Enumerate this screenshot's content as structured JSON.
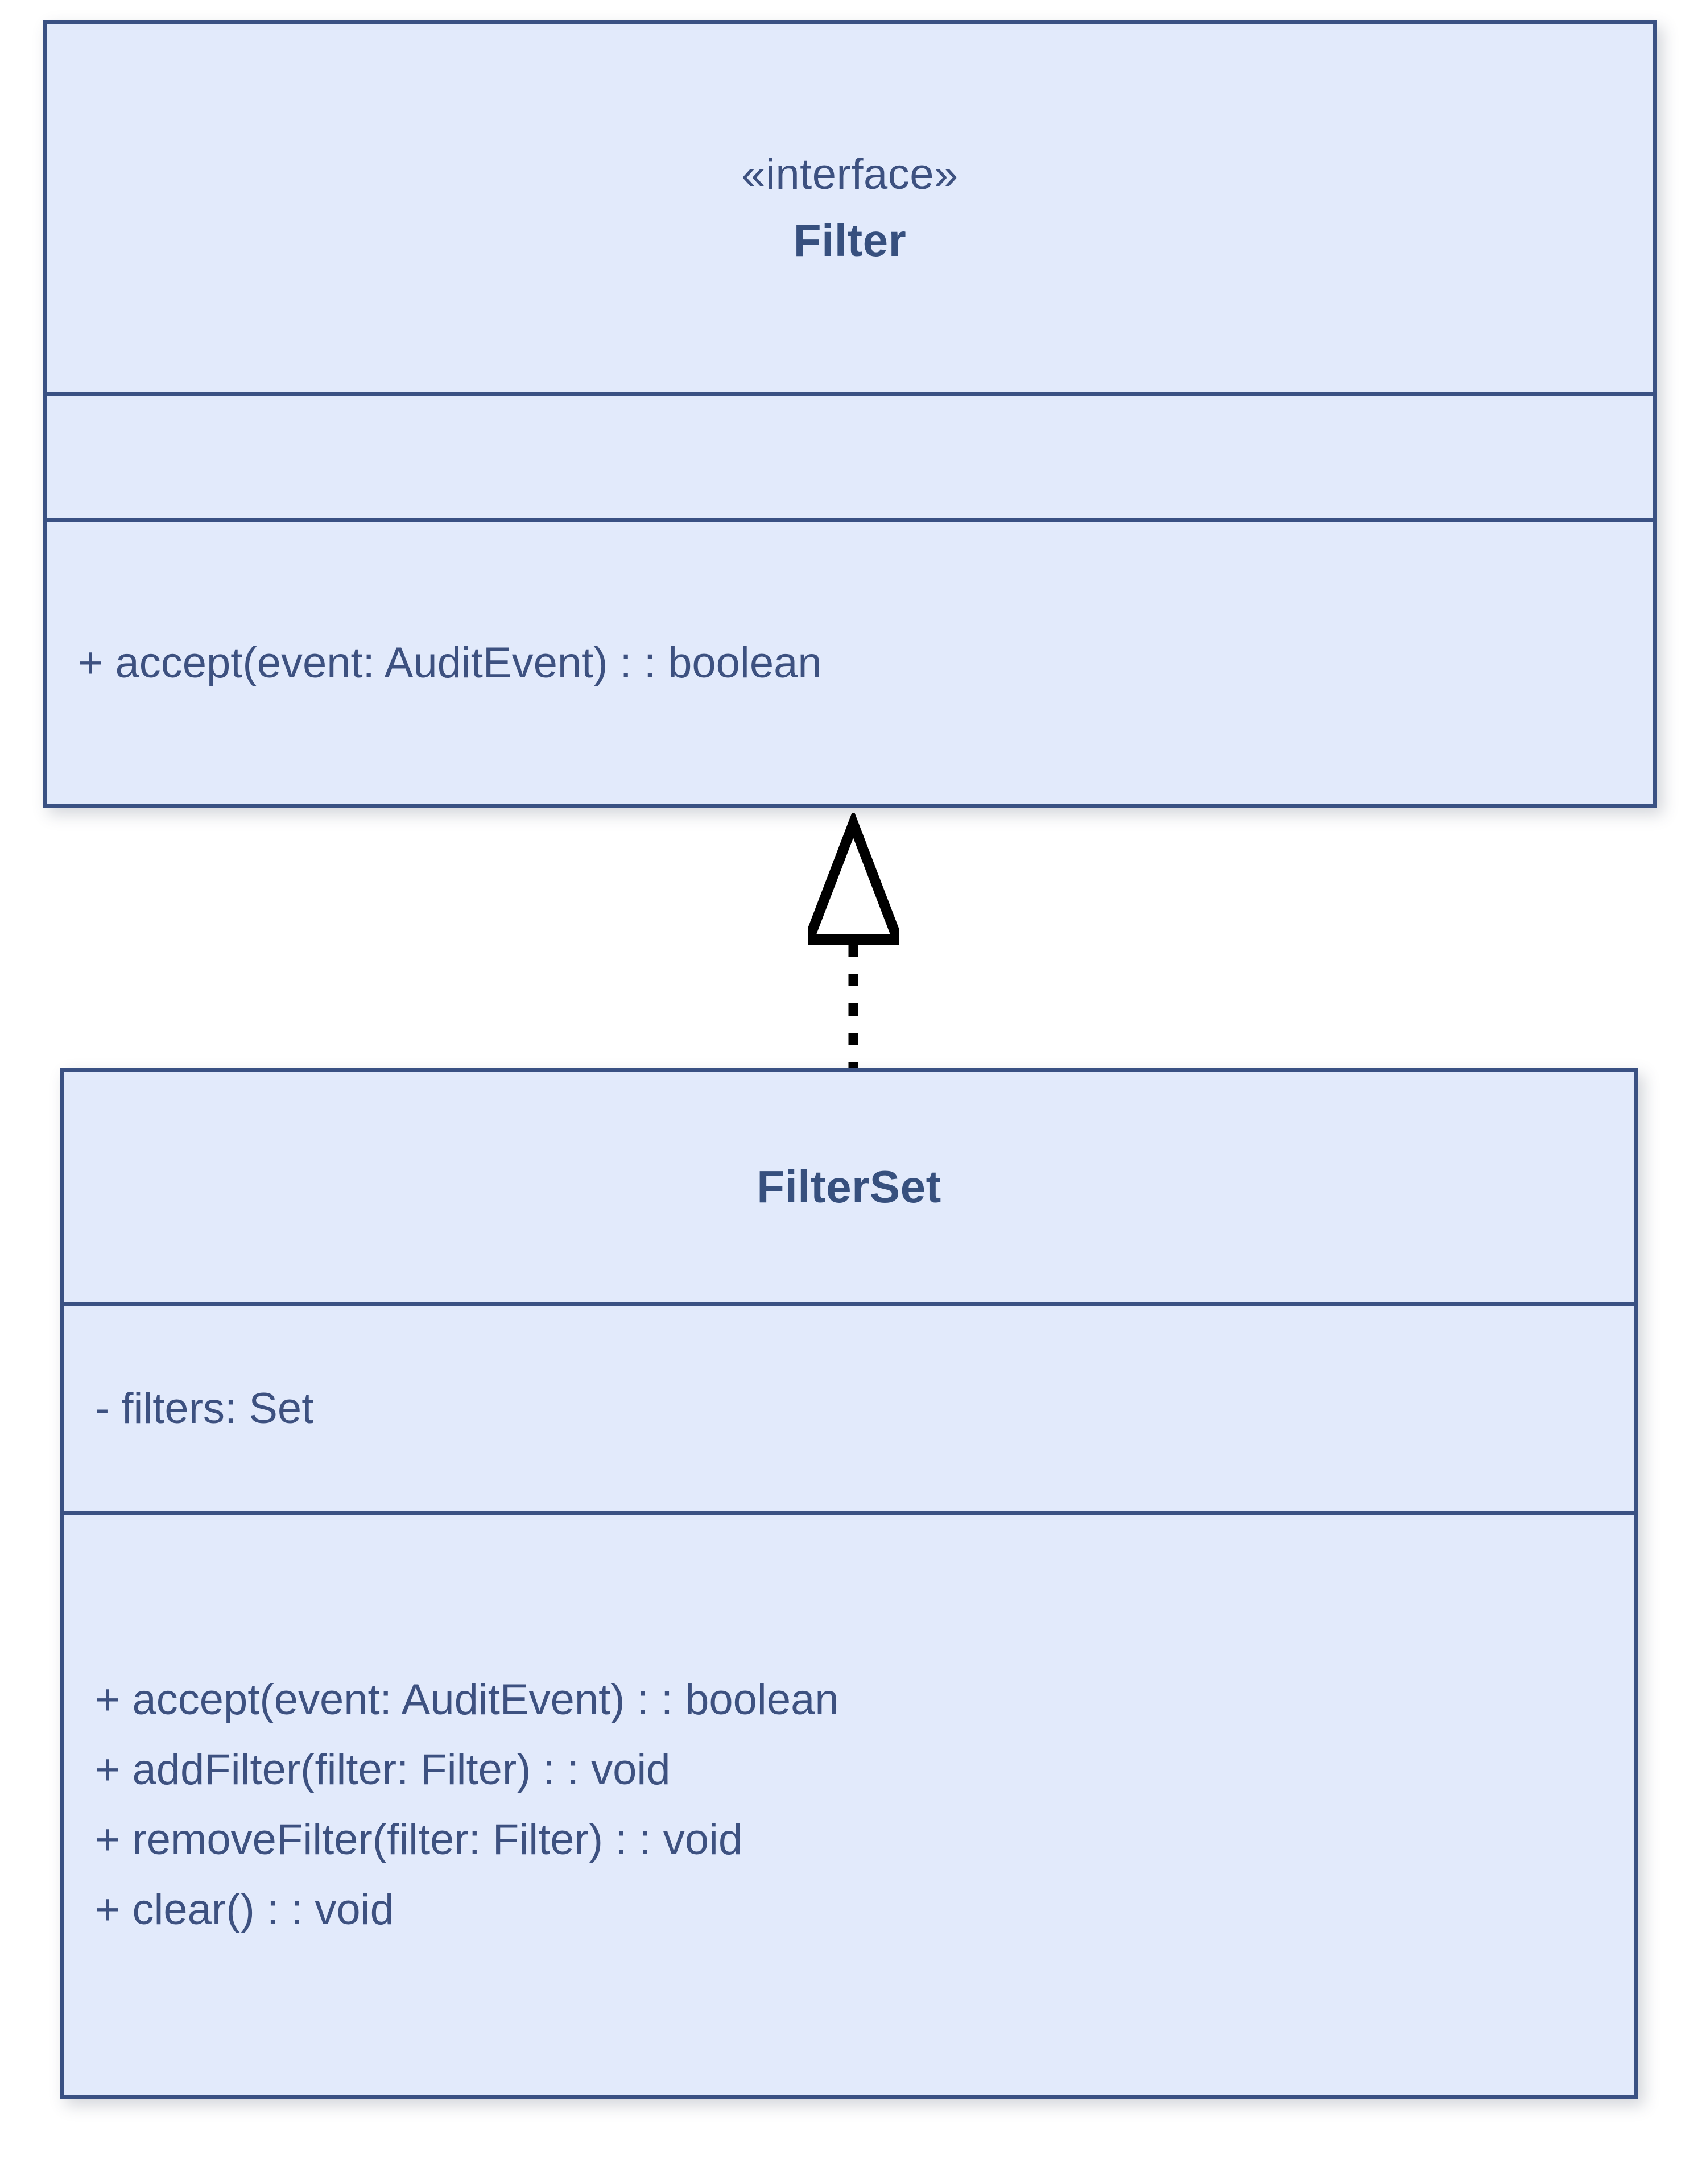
{
  "diagram": {
    "type": "uml-class-diagram",
    "colors": {
      "class_fill": "#e2eafb",
      "class_border": "#3a5183",
      "text": "#3d5180",
      "title_text": "#37507e",
      "connector": "#000000",
      "page_background": "#ffffff"
    },
    "classes": [
      {
        "id": "filter",
        "stereotype": "«interface»",
        "name": "Filter",
        "attributes": [],
        "methods": [
          "+ accept(event: AuditEvent) : : boolean"
        ]
      },
      {
        "id": "filterset",
        "stereotype": "",
        "name": "FilterSet",
        "attributes": [
          "- filters: Set"
        ],
        "methods": [
          "+ accept(event: AuditEvent) : : boolean",
          "+ addFilter(filter: Filter) : : void",
          "+ removeFilter(filter: Filter) : : void",
          "+ clear() : : void"
        ]
      }
    ],
    "relationships": [
      {
        "id": "filterset-realizes-filter",
        "kind": "realization",
        "line_style": "dotted",
        "arrow_head": "hollow-triangle",
        "source": "FilterSet",
        "target": "Filter"
      }
    ]
  }
}
